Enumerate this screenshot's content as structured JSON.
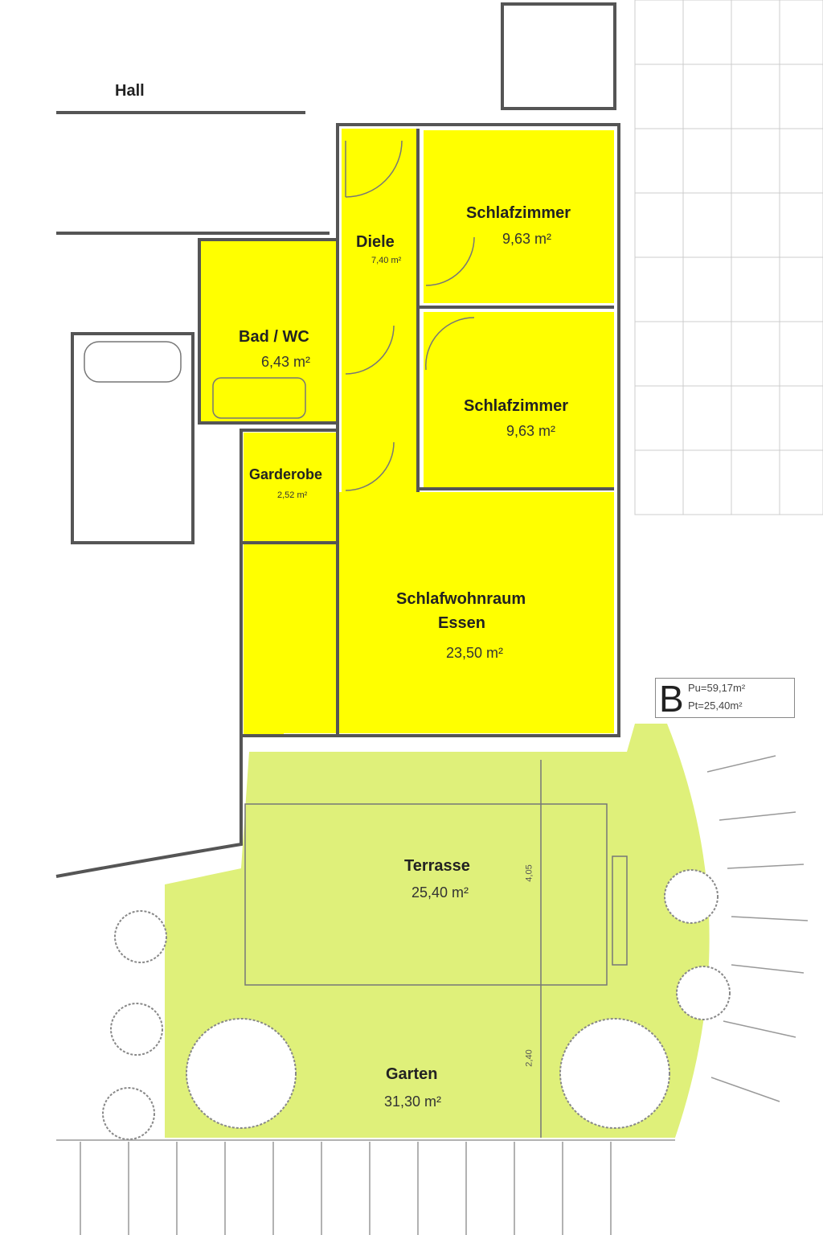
{
  "rooms": [
    {
      "name": "Hall",
      "area": ""
    },
    {
      "name": "Diele",
      "area": "7,40 m²"
    },
    {
      "name": "Schlafzimmer",
      "area": "9,63 m²"
    },
    {
      "name": "Schlafzimmer",
      "area": "9,63 m²"
    },
    {
      "name": "Bad / WC",
      "area": "6,43 m²"
    },
    {
      "name": "Garderobe",
      "area": "2,52 m²"
    },
    {
      "name": "Schlafwohnraum",
      "name2": "Essen",
      "area": "23,50 m²"
    },
    {
      "name": "Terrasse",
      "area": "25,40 m²"
    },
    {
      "name": "Garten",
      "area": "31,30 m²"
    }
  ],
  "unit_badge": {
    "letter": "B",
    "line1": "Pu=59,17m²",
    "line2": "Pt=25,40m²"
  },
  "dimensions": {
    "terrace": "4,05",
    "garden": "2,40"
  },
  "colors": {
    "interior": "#ffff00",
    "exterior": "#dff07a",
    "walls": "#555555"
  }
}
